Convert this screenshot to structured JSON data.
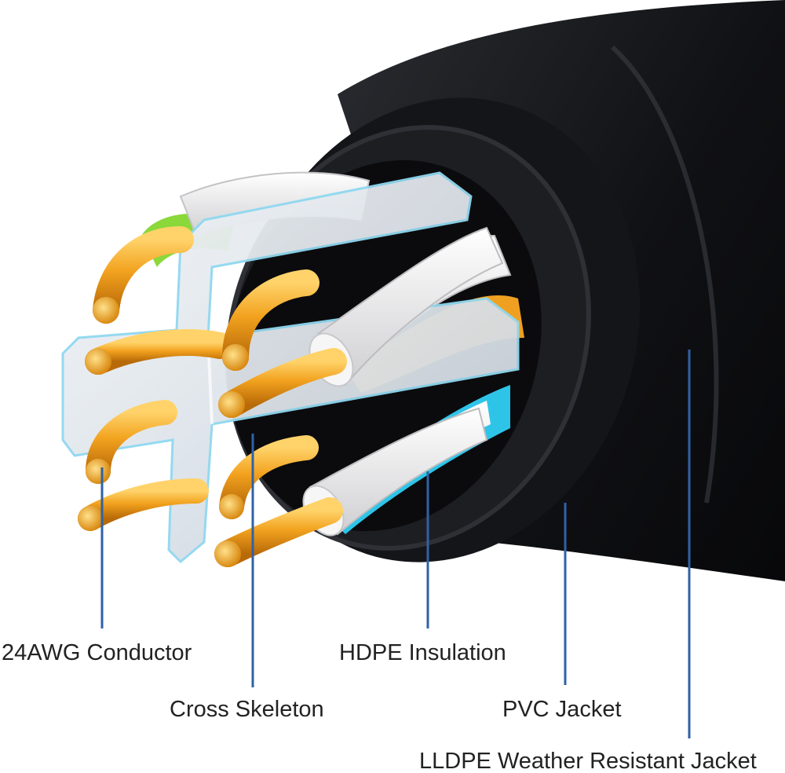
{
  "callouts": {
    "conductor": "24AWG Conductor",
    "insulation": "HDPE Insulation",
    "skeleton": "Cross Skeleton",
    "pvc_jacket": "PVC Jacket",
    "lldpe_jacket": "LLDPE Weather Resistant Jacket"
  },
  "colors": {
    "outer_jacket": "#101114",
    "inner_jacket": "#1b1c20",
    "copper": "#e89418",
    "copper_highlight": "#ffd36a",
    "insulation_white": "#f4f4f4",
    "stripe_orange": "#f0a020",
    "stripe_blue": "#2ec4e8",
    "stripe_green": "#8ad83a",
    "skeleton_fill": "#dfe6ee",
    "skeleton_edge": "#8fd8f0",
    "leader_line": "#2f62a6",
    "label_text": "#222222"
  }
}
